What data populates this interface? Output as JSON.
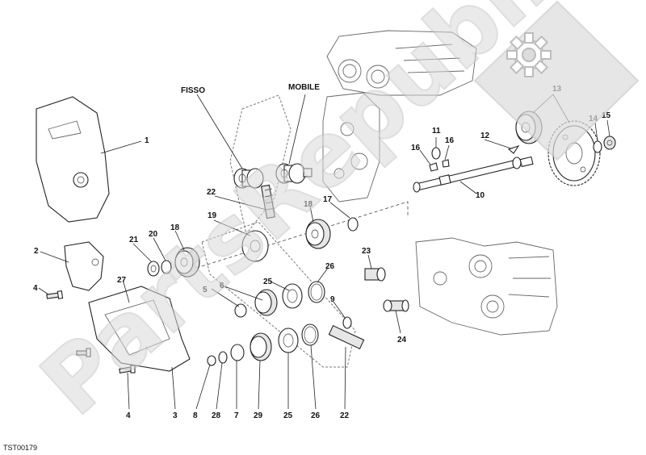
{
  "diagram_code": "TST00179",
  "watermark": "PartsRepublik",
  "labels": {
    "fisso": "FISSO",
    "mobile": "MOBILE",
    "n1": "1",
    "n2": "2",
    "n3": "3",
    "n4a": "4",
    "n4b": "4",
    "n5": "5",
    "n6": "6",
    "n7": "7",
    "n8": "8",
    "n9": "9",
    "n10": "10",
    "n11": "11",
    "n12": "12",
    "n13": "13",
    "n14": "14",
    "n15": "15",
    "n16a": "16",
    "n16b": "16",
    "n17": "17",
    "n18a": "18",
    "n18b": "18",
    "n19": "19",
    "n20": "20",
    "n21": "21",
    "n22a": "22",
    "n22b": "22",
    "n23": "23",
    "n24": "24",
    "n25a": "25",
    "n25b": "25",
    "n26a": "26",
    "n26b": "26",
    "n27": "27",
    "n28": "28",
    "n29": "29"
  },
  "icons": {
    "gear": "gear-icon"
  },
  "colors": {
    "ink": "#222222",
    "watermark": "#d0d0d0",
    "gear_badge": "#cccccc"
  }
}
